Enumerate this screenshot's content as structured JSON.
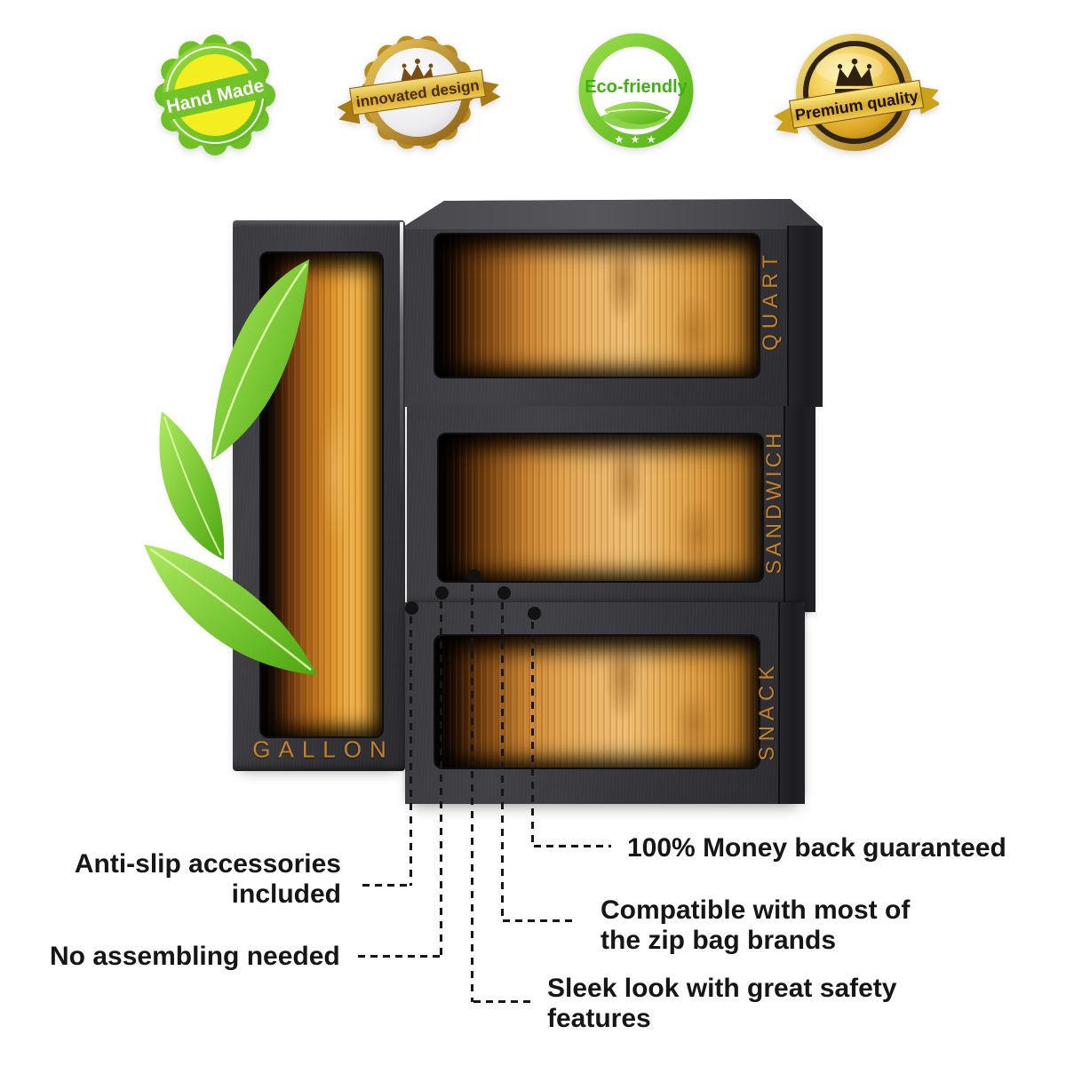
{
  "badges": [
    {
      "name": "hand-made",
      "label": "Hand Made"
    },
    {
      "name": "innovated-design",
      "label": "innovated design"
    },
    {
      "name": "eco-friendly",
      "label": "Eco-friendly",
      "stars": "★ ★ ★"
    },
    {
      "name": "premium-quality",
      "label": "Premium quality"
    }
  ],
  "product": {
    "compartments": {
      "gallon": "GALLON",
      "quart": "QUART",
      "sandwich": "SANDWICH",
      "snack": "SNACK"
    }
  },
  "callouts": {
    "anti_slip": {
      "line1": "Anti-slip accessories",
      "line2": "included"
    },
    "no_assembling": {
      "line1": "No assembling needed"
    },
    "money_back": {
      "line1": "100% Money back guaranteed"
    },
    "compatible": {
      "line1": "Compatible with most of",
      "line2": "the zip bag brands"
    },
    "sleek": {
      "line1": "Sleek look with great safety",
      "line2": "features"
    }
  },
  "colors": {
    "label_orange": "#cd8629",
    "charcoal": "#333338",
    "bamboo_amber": "#e9b467",
    "leaf_green": "#6cc32a",
    "callout_text": "#161616",
    "badge_green": "#6fc028",
    "badge_gold": "#cfa02c"
  }
}
